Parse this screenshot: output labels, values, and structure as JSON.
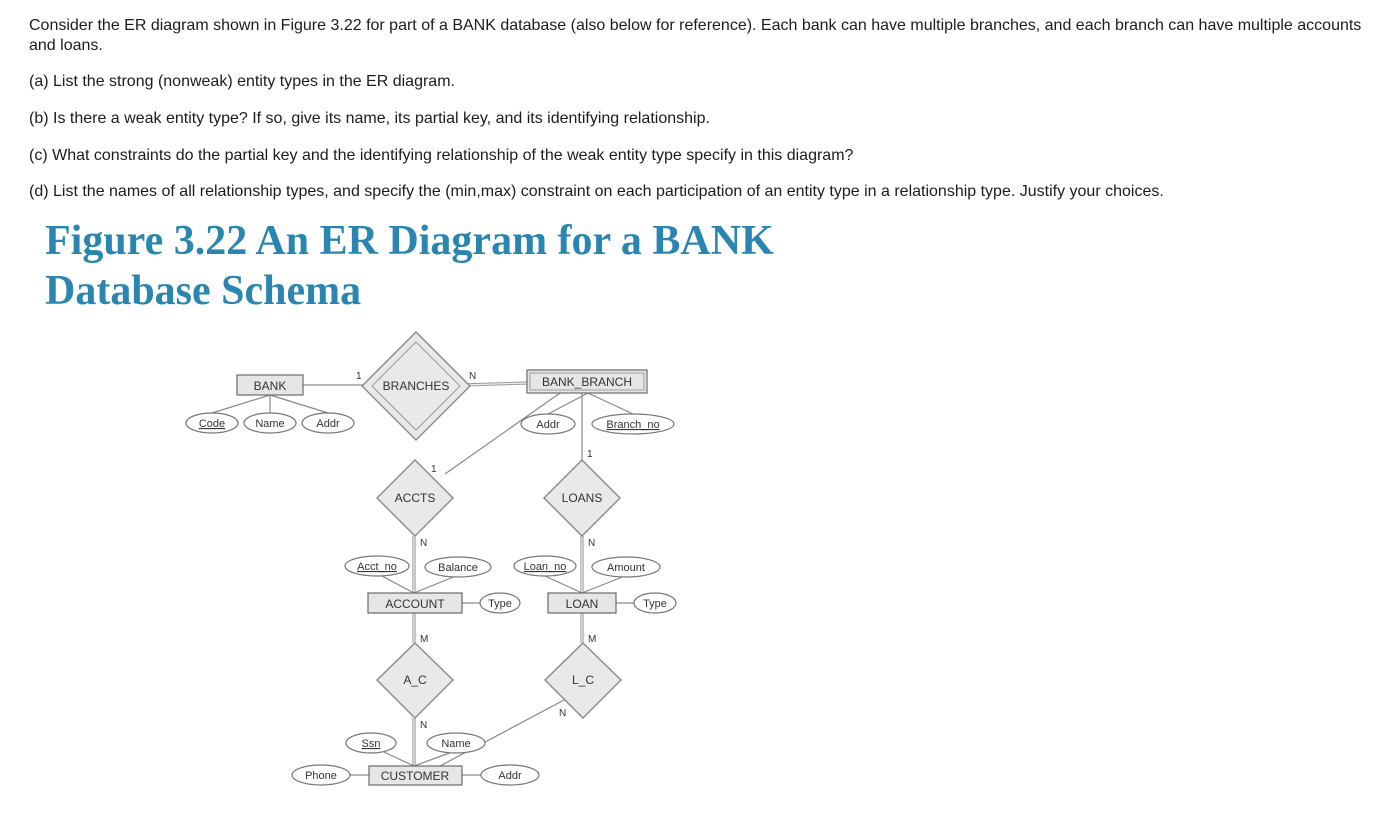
{
  "questions": {
    "intro": "Consider the ER diagram shown in Figure 3.22 for part of a BANK database (also below for reference). Each bank can have multiple branches, and each branch can have multiple accounts and loans.",
    "a": "(a) List the strong (nonweak) entity types in the ER diagram.",
    "b": "(b) Is there a weak entity type? If so, give its name, its partial key, and its identifying relationship.",
    "c": "(c) What constraints do the partial key and the identifying relationship of the weak entity type specify in this diagram?",
    "d": "(d) List the names of all relationship types, and specify the (min,max) constraint on each participation of an entity type in a relationship type. Justify your choices."
  },
  "figure": {
    "title_line1": "Figure 3.22 An ER Diagram for a BANK",
    "title_line2": "Database Schema"
  },
  "diagram": {
    "entities": {
      "bank": "BANK",
      "bank_branch": "BANK_BRANCH",
      "account": "ACCOUNT",
      "loan": "LOAN",
      "customer": "CUSTOMER"
    },
    "relationships": {
      "branches": "BRANCHES",
      "accts": "ACCTS",
      "loans": "LOANS",
      "a_c": "A_C",
      "l_c": "L_C"
    },
    "attributes": {
      "bank_code": "Code",
      "bank_name": "Name",
      "bank_addr": "Addr",
      "branch_addr": "Addr",
      "branch_no": "Branch_no",
      "acct_no": "Acct_no",
      "balance": "Balance",
      "account_type": "Type",
      "loan_no": "Loan_no",
      "amount": "Amount",
      "loan_type": "Type",
      "ssn": "Ssn",
      "cust_name": "Name",
      "phone": "Phone",
      "cust_addr": "Addr"
    },
    "cardinalities": {
      "branches_bank": "1",
      "branches_branch": "N",
      "accts_branch": "1",
      "accts_account": "N",
      "loans_branch": "1",
      "loans_loan": "N",
      "ac_account": "M",
      "ac_customer": "N",
      "lc_loan": "M",
      "lc_customer": "N"
    }
  }
}
